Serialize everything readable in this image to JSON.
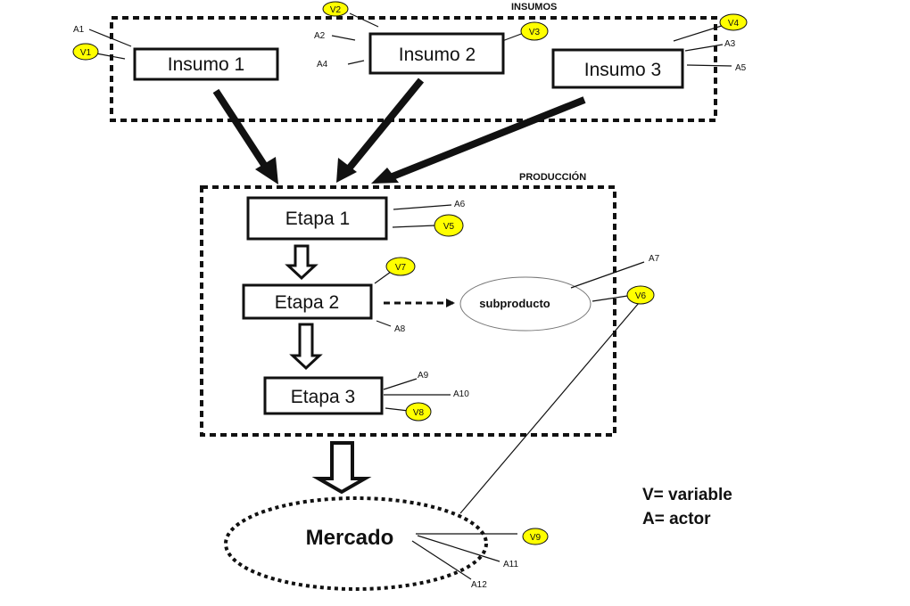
{
  "sections": {
    "insumos": "INSUMOS",
    "produccion": "PRODUCCIÓN"
  },
  "insumos": [
    "Insumo 1",
    "Insumo 2",
    "Insumo 3"
  ],
  "etapas": [
    "Etapa 1",
    "Etapa 2",
    "Etapa 3"
  ],
  "subproducto": "subproducto",
  "mercado": "Mercado",
  "actors": [
    "A1",
    "A2",
    "A3",
    "A4",
    "A5",
    "A6",
    "A7",
    "A8",
    "A9",
    "A10",
    "A11",
    "A12"
  ],
  "variables": [
    "V1",
    "V2",
    "V3",
    "V4",
    "V5",
    "V6",
    "V7",
    "V8",
    "V9"
  ],
  "legend": {
    "variable": "V= variable",
    "actor": "A= actor"
  },
  "colors": {
    "variable_fill": "#ffff00",
    "stroke": "#111111"
  }
}
